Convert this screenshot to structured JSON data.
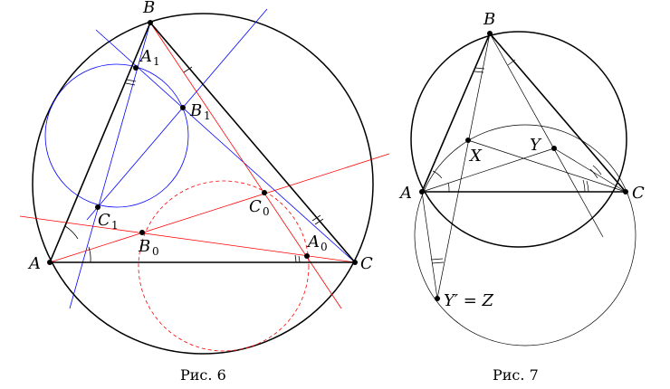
{
  "figure6": {
    "caption": "Рис. 6",
    "labels": {
      "A": "A",
      "B": "B",
      "C": "C",
      "A1": "A",
      "A1_sub": "1",
      "B1": "B",
      "B1_sub": "1",
      "C1": "C",
      "C1_sub": "1",
      "A0": "A",
      "A0_sub": "0",
      "B0": "B",
      "B0_sub": "0",
      "C0": "C",
      "C0_sub": "0"
    }
  },
  "figure7": {
    "caption": "Рис. 7",
    "labels": {
      "A": "A",
      "B": "B",
      "C": "C",
      "X": "X",
      "Y": "Y",
      "YZ": "Y′ = Z"
    }
  },
  "colors": {
    "ink": "#000000",
    "blue": "#0000ff",
    "red": "#ff0000"
  }
}
